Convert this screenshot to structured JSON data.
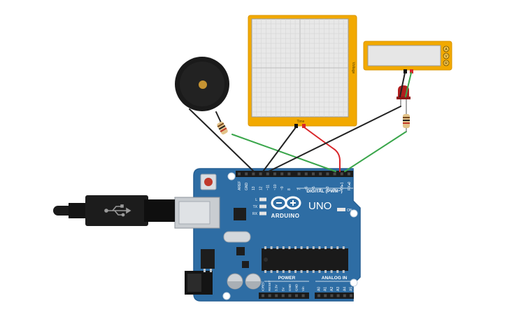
{
  "oscilloscope": {
    "x_label": "Time",
    "y_label": "Voltage"
  },
  "multimeter": {
    "modes": [
      "A",
      "V",
      "R"
    ]
  },
  "arduino": {
    "brand": "ARDUINO",
    "model": "UNO",
    "digital_header": "DIGITAL (PWM~)",
    "power_header": "POWER",
    "analog_header": "ANALOG IN",
    "on_label": "ON",
    "led_labels": [
      "L",
      "TX",
      "RX"
    ],
    "top_pins": [
      "AREF",
      "GND",
      "13",
      "12",
      "~11",
      "~10",
      "~9",
      "8",
      "7",
      "~6",
      "~5",
      "4",
      "~3",
      "2",
      "TX▸1",
      "RX◂0"
    ],
    "power_pins": [
      "IOREF",
      "RESET",
      "3.3V",
      "5V",
      "GND",
      "GND",
      "Vin"
    ],
    "analog_pins": [
      "A0",
      "A1",
      "A2",
      "A3",
      "A4",
      "A5"
    ]
  },
  "colors": {
    "board": "#2e6da4",
    "board_edge": "#255f93",
    "instrument_frame": "#f2a900",
    "wire_black": "#222222",
    "wire_red": "#d9262a",
    "wire_green": "#3aa64b",
    "led_red": "#b01e1e"
  }
}
